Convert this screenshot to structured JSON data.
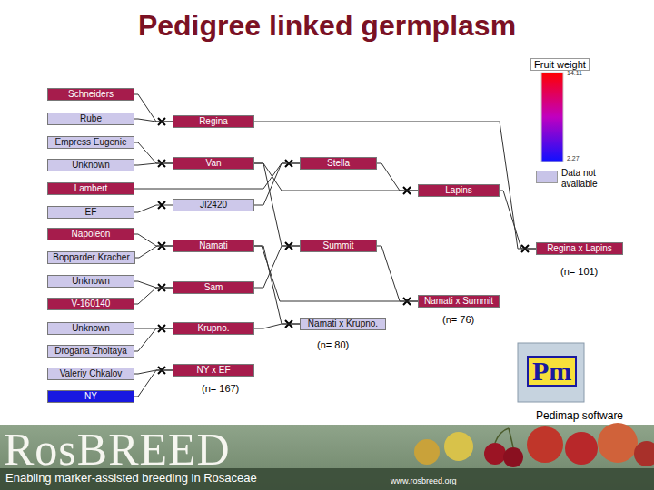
{
  "diagram": {
    "title": "Pedigree linked germplasm",
    "nodes": [
      {
        "text": [
          "Schneiders"
        ]
      },
      {
        "text": [
          "Rube"
        ]
      },
      {
        "text": [
          "Regina"
        ]
      },
      {
        "text": [
          "Empress Eugenie"
        ]
      },
      {
        "text": [
          "Unknown"
        ]
      },
      {
        "text": [
          "Van"
        ]
      },
      {
        "text": [
          "Stella"
        ]
      },
      {
        "text": [
          "Lambert"
        ]
      },
      {
        "text": [
          "Lapins"
        ]
      },
      {
        "text": [
          "EF"
        ]
      },
      {
        "text": [
          "JI2420"
        ]
      },
      {
        "text": [
          "Napoleon"
        ]
      },
      {
        "text": [
          "Namati"
        ]
      },
      {
        "text": [
          "Summit"
        ]
      },
      {
        "text": [
          "Bopparder Kracher"
        ]
      },
      {
        "text": [
          "Regina x Lapins"
        ]
      },
      {
        "text": [
          "Unknown"
        ]
      },
      {
        "text": [
          "Sam"
        ]
      },
      {
        "text": [
          "V-160140"
        ]
      },
      {
        "text": [
          "Namati x Summit"
        ]
      },
      {
        "text": [
          "Unknown"
        ]
      },
      {
        "text": [
          "Krupno."
        ]
      },
      {
        "text": [
          "Namati x Krupno."
        ]
      },
      {
        "text": [
          "Drogana Zholtaya"
        ]
      },
      {
        "text": [
          "Valeriy Chkalov"
        ]
      },
      {
        "text": [
          "NY x EF"
        ]
      },
      {
        "text": [
          "NY"
        ]
      }
    ],
    "edges": [
      {
        "from": 0,
        "to": 2,
        "arrow": "none"
      },
      {
        "from": 1,
        "to": 2,
        "arrow": "none"
      },
      {
        "from": 3,
        "to": 5,
        "arrow": "none"
      },
      {
        "from": 4,
        "to": 5,
        "arrow": "none"
      },
      {
        "from": 7,
        "to": 6,
        "arrow": "none"
      },
      {
        "from": 10,
        "to": 6,
        "arrow": "none"
      },
      {
        "from": 5,
        "to": 8,
        "arrow": "none"
      },
      {
        "from": 6,
        "to": 8,
        "arrow": "none"
      },
      {
        "from": 9,
        "to": 10,
        "arrow": "none"
      },
      {
        "from": 11,
        "to": 12,
        "arrow": "none"
      },
      {
        "from": 14,
        "to": 12,
        "arrow": "none"
      },
      {
        "from": 5,
        "to": 13,
        "arrow": "none"
      },
      {
        "from": 17,
        "to": 13,
        "arrow": "none"
      },
      {
        "from": 2,
        "to": 15,
        "arrow": "none"
      },
      {
        "from": 8,
        "to": 15,
        "arrow": "none"
      },
      {
        "from": 16,
        "to": 17,
        "arrow": "none"
      },
      {
        "from": 18,
        "to": 17,
        "arrow": "none"
      },
      {
        "from": 12,
        "to": 19,
        "arrow": "none"
      },
      {
        "from": 13,
        "to": 19,
        "arrow": "none"
      },
      {
        "from": 20,
        "to": 21,
        "arrow": "none"
      },
      {
        "from": 23,
        "to": 21,
        "arrow": "none"
      },
      {
        "from": 12,
        "to": 22,
        "arrow": "none"
      },
      {
        "from": 21,
        "to": 22,
        "arrow": "none"
      },
      {
        "from": 24,
        "to": 25,
        "arrow": "none"
      },
      {
        "from": 26,
        "to": 25,
        "arrow": "none"
      }
    ],
    "labels": [
      "Fruit weight",
      "14.11",
      "2.27",
      "(n= 101)",
      "(n= 76)",
      "(n= 80)",
      "(n= 167)",
      "Pm",
      "Pedimap software",
      "RosBREED",
      "Enabling marker-assisted breeding in Rosaceae",
      "www.rosbreed.org"
    ],
    "legend": [
      {
        "text": "Data not available",
        "color": "#c8c4e8"
      }
    ]
  }
}
